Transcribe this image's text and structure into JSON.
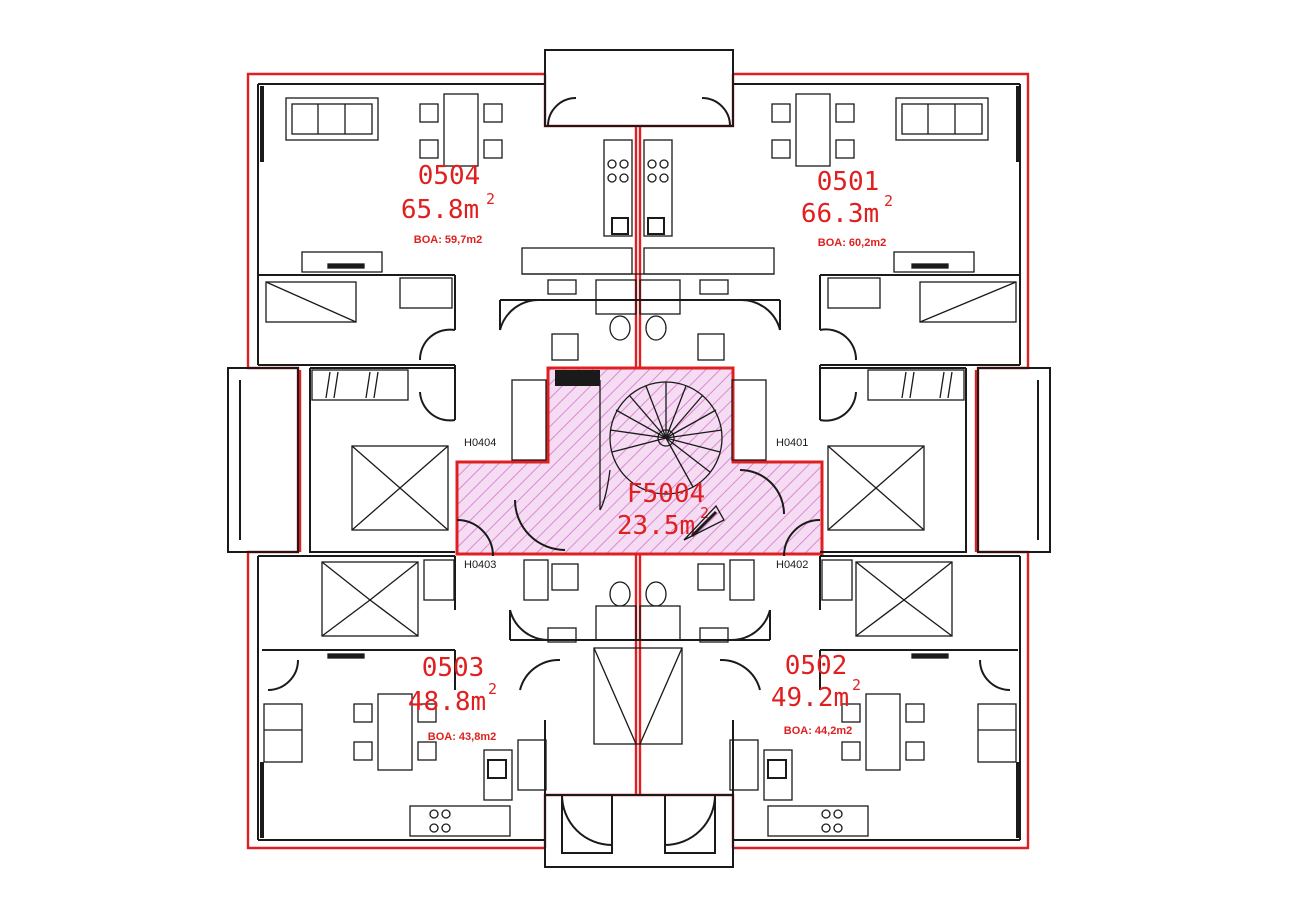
{
  "apartments": [
    {
      "code": "0504",
      "area": "65.8m",
      "boa": "BOA: 59,7m2"
    },
    {
      "code": "0501",
      "area": "66.3m",
      "boa": "BOA: 60,2m2"
    },
    {
      "code": "0503",
      "area": "48.8m",
      "boa": "BOA: 43,8m2"
    },
    {
      "code": "0502",
      "area": "49.2m",
      "boa": "BOA: 44,2m2"
    }
  ],
  "common": {
    "code": "F5004",
    "area": "23.5m"
  },
  "superscript": "2",
  "hallway_tags": [
    "H0404",
    "H0401",
    "H0403",
    "H0402"
  ],
  "colors": {
    "outline": "#e02020",
    "walls": "#1a1a1a",
    "common_fill": "#f3d2f1",
    "hatch": "#d98ad3"
  }
}
